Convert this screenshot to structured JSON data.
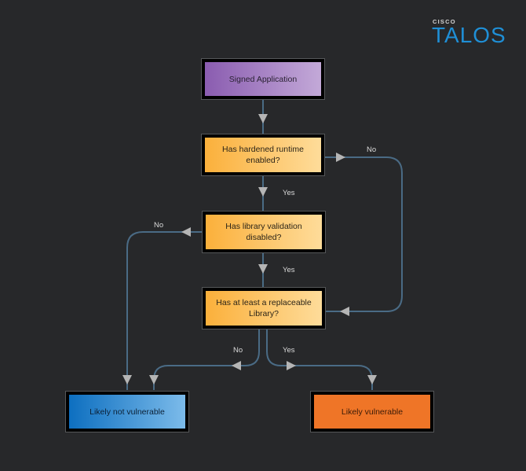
{
  "logo": {
    "top_text": "CISCO",
    "main_text": "TALOS"
  },
  "nodes": {
    "signed_app": {
      "label": "Signed Application",
      "color": "#8a5cb0"
    },
    "hardened_runtime": {
      "label": "Has hardened runtime enabled?",
      "color": "#fbb03b"
    },
    "library_validation": {
      "label": "Has library validation disabled?",
      "color": "#fbb03b"
    },
    "replaceable_library": {
      "label": "Has at least a replaceable Library?",
      "color": "#fbb03b"
    },
    "not_vulnerable": {
      "label": "Likely not vulnerable",
      "color": "#0d6fc0"
    },
    "vulnerable": {
      "label": "Likely vulnerable",
      "color": "#ef7527"
    }
  },
  "edges": {
    "hardened_yes": "Yes",
    "hardened_no": "No",
    "libval_yes": "Yes",
    "libval_no": "No",
    "replaceable_no": "No",
    "replaceable_yes": "Yes"
  },
  "colors": {
    "background": "#27282a",
    "connector": "#4a6b85",
    "arrow": "#b5b5b5"
  }
}
